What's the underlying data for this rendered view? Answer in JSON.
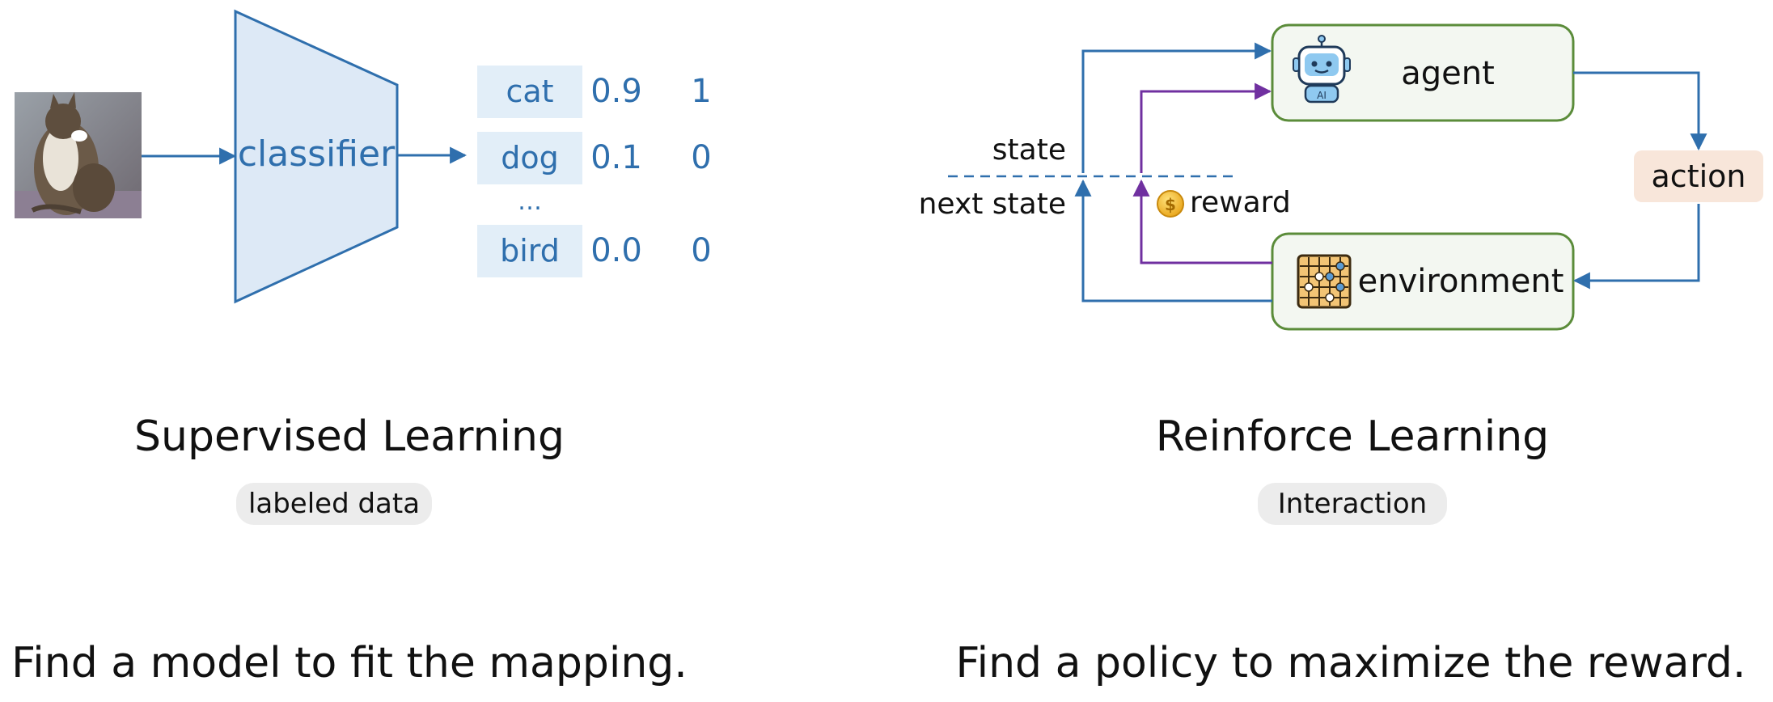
{
  "supervised": {
    "classifier_label": "classifier",
    "outputs": [
      {
        "label": "cat",
        "prob": "0.9",
        "target": "1"
      },
      {
        "label": "dog",
        "prob": "0.1",
        "target": "0"
      },
      {
        "label": "bird",
        "prob": "0.0",
        "target": "0"
      }
    ],
    "ellipsis": "…",
    "title": "Supervised Learning",
    "tag": "labeled data",
    "caption": "Find a model to fit the mapping."
  },
  "reinforce": {
    "agent_label": "agent",
    "environment_label": "environment",
    "action_label": "action",
    "state_label": "state",
    "next_state_label": "next state",
    "reward_label": "reward",
    "coin_symbol": "$",
    "robot_badge": "AI",
    "title": "Reinforce Learning",
    "tag": "Interaction",
    "caption": "Find a policy to maximize the reward."
  },
  "colors": {
    "blue_arrow": "#2f6fad",
    "purple_arrow": "#7030a0",
    "green_border": "#5b8c3a",
    "box_fill": "#f3f7f1",
    "action_fill": "#f8e6da",
    "trapezoid_fill": "#dde9f6",
    "label_fill": "#e2eef8",
    "tag_fill": "#ececec"
  }
}
